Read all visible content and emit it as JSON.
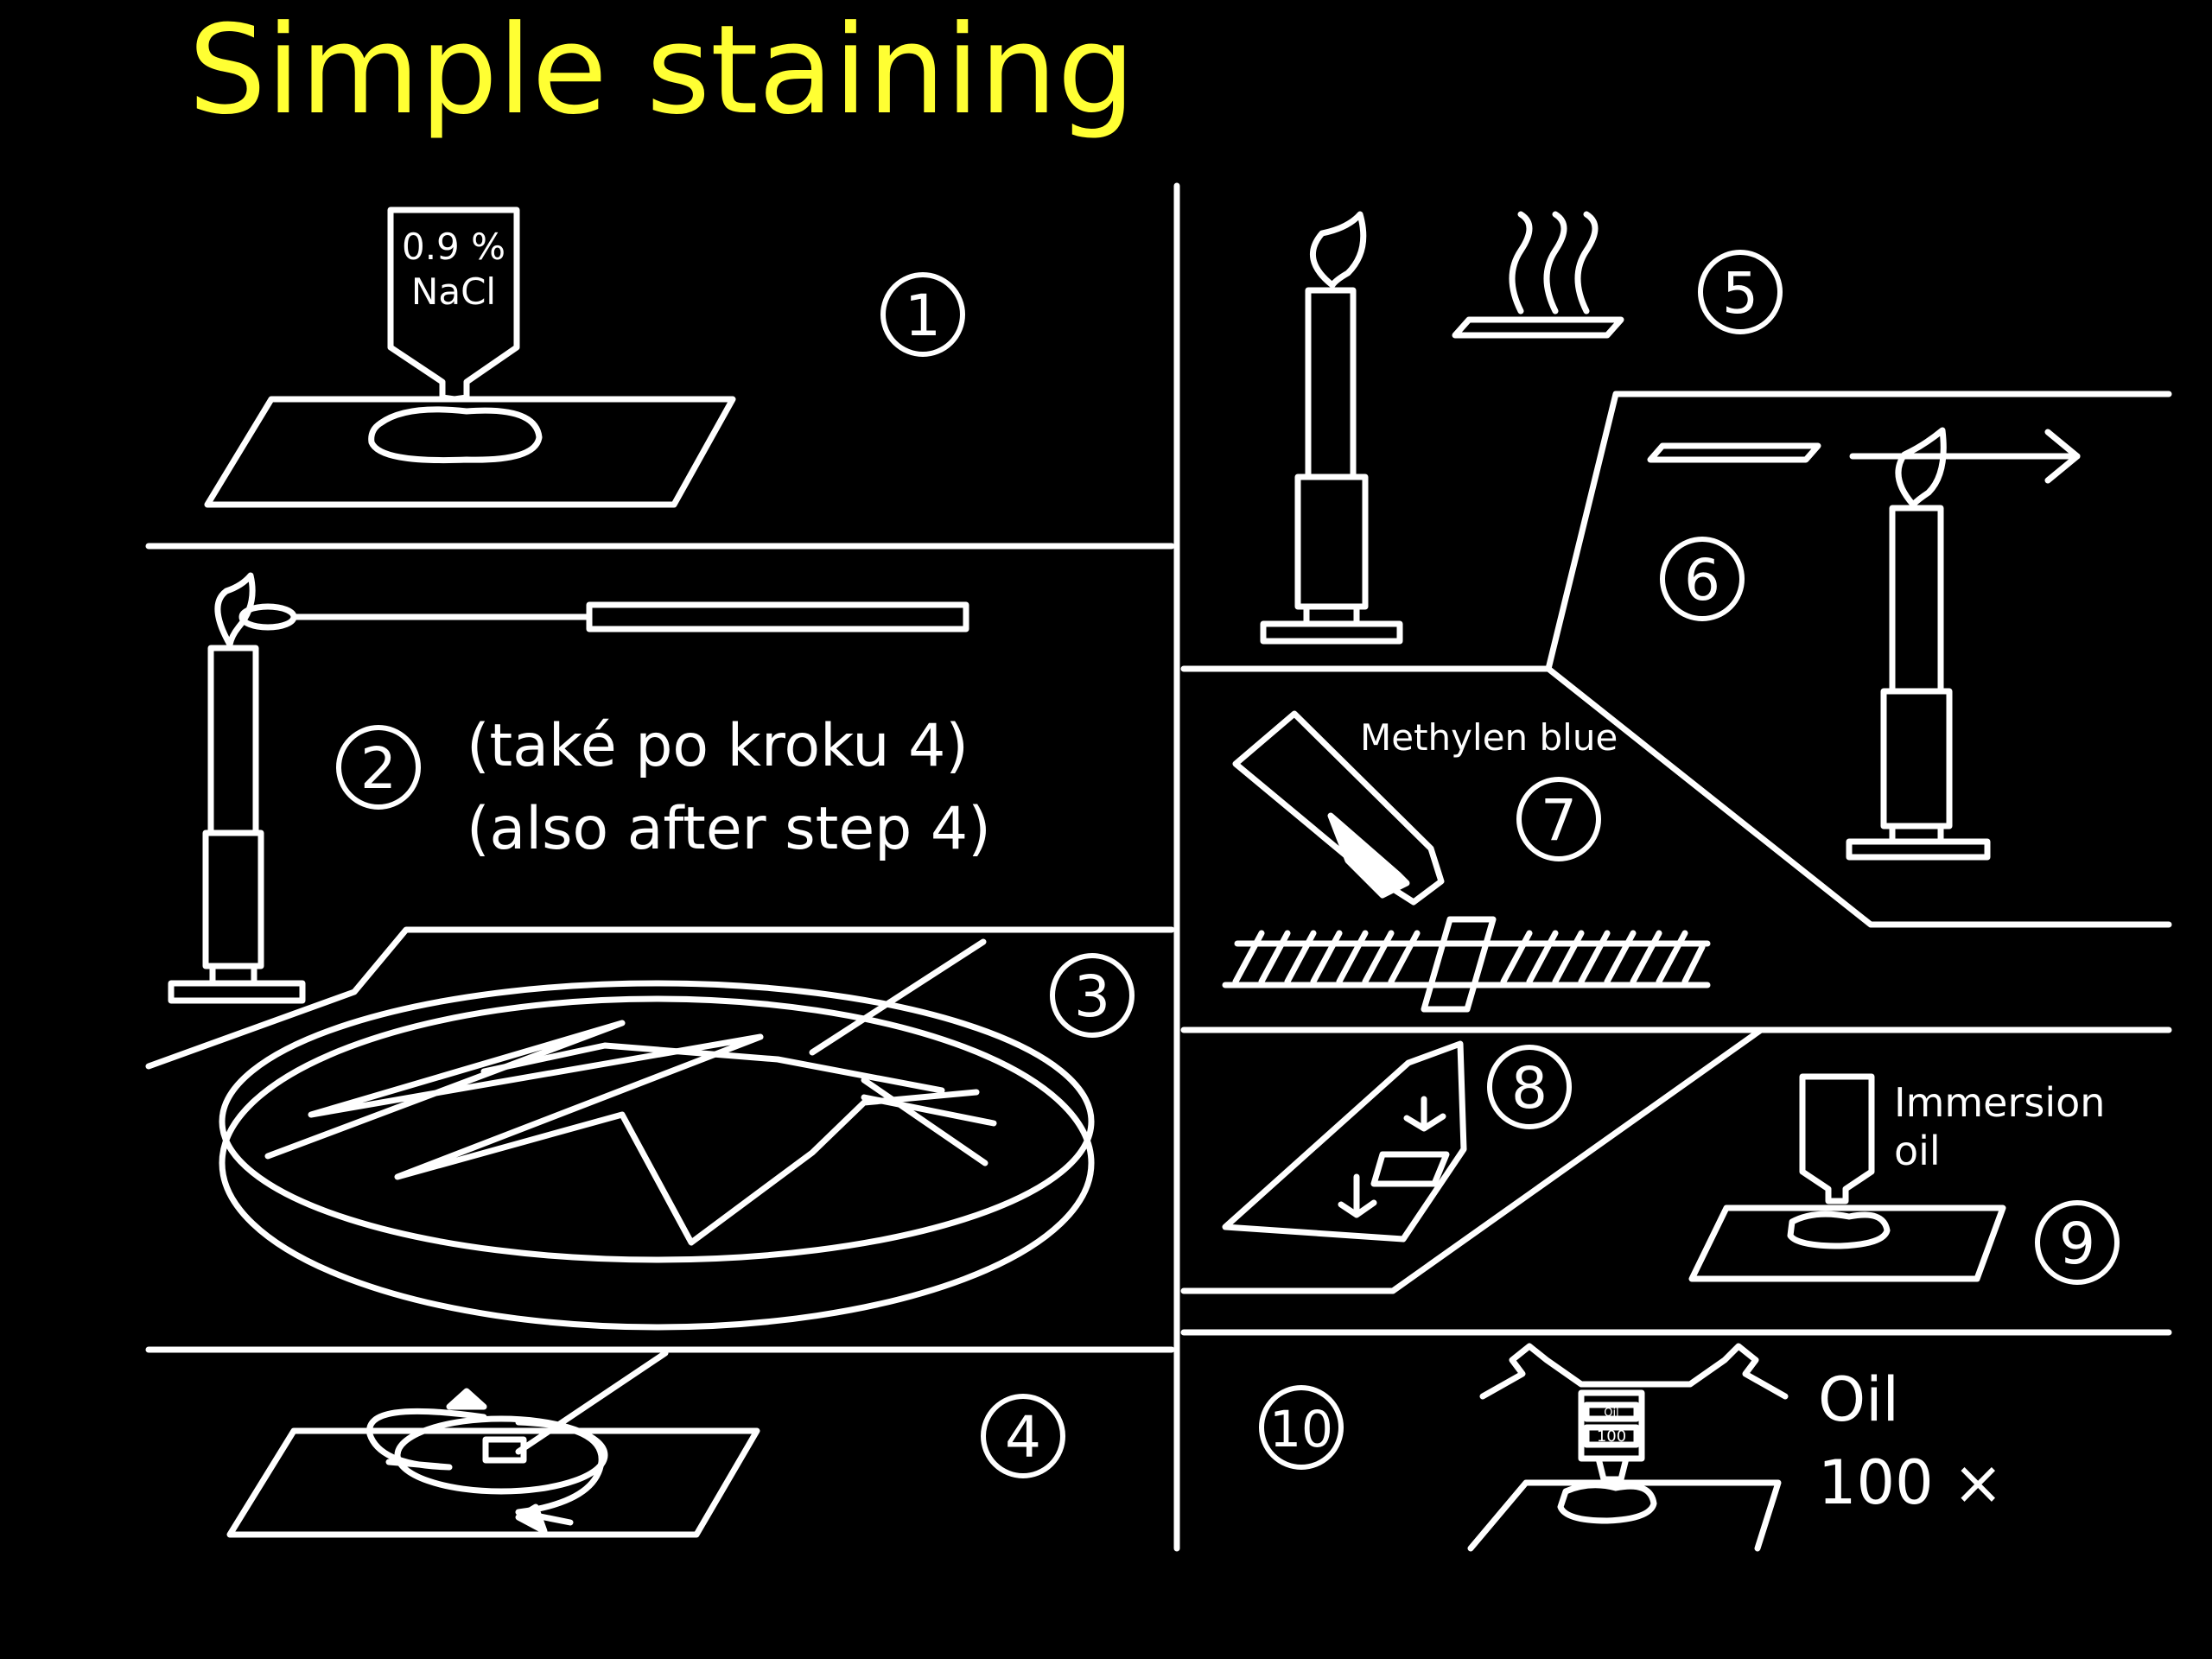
{
  "title": "Simple staining",
  "colors": {
    "background": "#000000",
    "title": "#ffff33",
    "lines": "#ffffff"
  },
  "steps": [
    {
      "number": "1"
    },
    {
      "number": "2"
    },
    {
      "number": "3"
    },
    {
      "number": "4"
    },
    {
      "number": "5"
    },
    {
      "number": "6"
    },
    {
      "number": "7"
    },
    {
      "number": "8"
    },
    {
      "number": "9"
    },
    {
      "number": "10"
    }
  ],
  "labels": {
    "nacl_line1": "0.9 %",
    "nacl_line2": "NaCl",
    "step2_note_cz": "(také po kroku 4)",
    "step2_note_en": "(also after step 4)",
    "methylene": "Methylen blue",
    "immersion_line1": "Immersion",
    "immersion_line2": "oil",
    "oil_label": "Oil",
    "magnification": "100 ×",
    "objective_top": "Oil",
    "objective_mag": "100"
  }
}
